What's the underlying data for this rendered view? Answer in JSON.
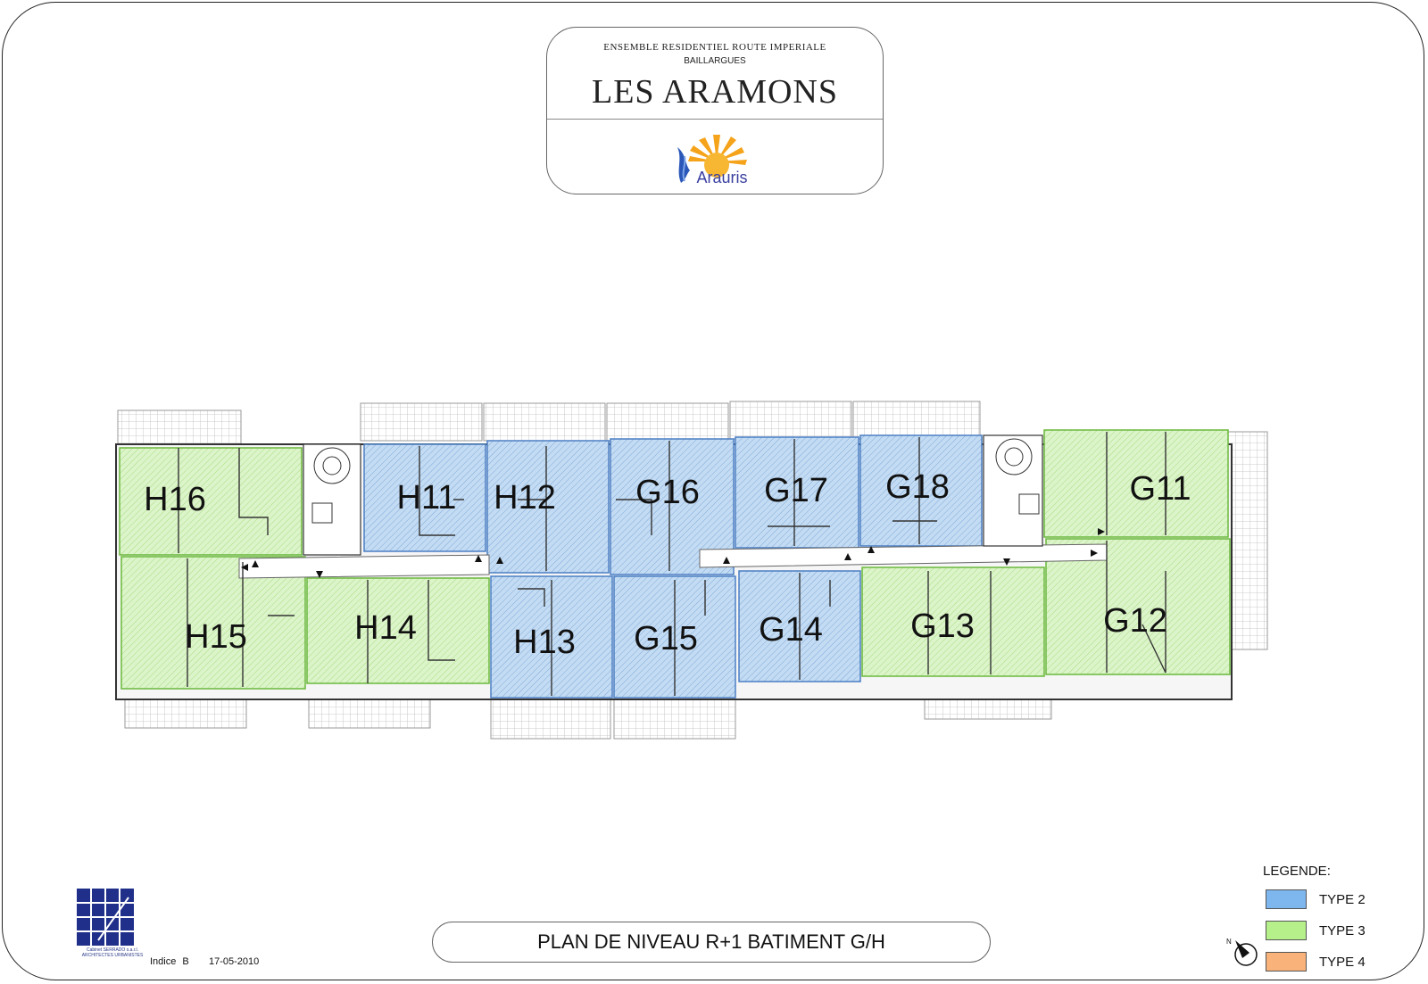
{
  "header": {
    "superscript": "ENSEMBLE RESIDENTIEL ROUTE IMPERIALE",
    "city": "BAILLARGUES",
    "project_name": "LES ARAMONS",
    "logo_text": "Arauris",
    "logo_icon": "sun-tree-logo-icon"
  },
  "plan": {
    "title": "PLAN DE NIVEAU R+1  BATIMENT G/H",
    "units": [
      {
        "id": "H16",
        "type": "TYPE 3"
      },
      {
        "id": "H11",
        "type": "TYPE 2"
      },
      {
        "id": "H12",
        "type": "TYPE 2"
      },
      {
        "id": "G16",
        "type": "TYPE 2"
      },
      {
        "id": "G17",
        "type": "TYPE 2"
      },
      {
        "id": "G18",
        "type": "TYPE 2"
      },
      {
        "id": "G11",
        "type": "TYPE 3"
      },
      {
        "id": "H15",
        "type": "TYPE 3"
      },
      {
        "id": "H14",
        "type": "TYPE 3"
      },
      {
        "id": "H13",
        "type": "TYPE 2"
      },
      {
        "id": "G15",
        "type": "TYPE 2"
      },
      {
        "id": "G14",
        "type": "TYPE 2"
      },
      {
        "id": "G13",
        "type": "TYPE 3"
      },
      {
        "id": "G12",
        "type": "TYPE 3"
      }
    ]
  },
  "legend": {
    "title": "LEGENDE:",
    "items": [
      {
        "label": "TYPE 2",
        "color": "#7eb6ee"
      },
      {
        "label": "TYPE 3",
        "color": "#b5f08a"
      },
      {
        "label": "TYPE 4",
        "color": "#f9b27a"
      }
    ]
  },
  "colors": {
    "type2_fill": "#b9d7f2",
    "type2_edge": "#4b7fc4",
    "type3_fill": "#d6f2c2",
    "type3_edge": "#6ab83c",
    "wall": "#333333",
    "terrace_grid": "#b5b5b5"
  },
  "footer": {
    "cabinet_line1": "Cabinet SERRADO s.a.r.l.",
    "cabinet_line2": "ARCHITECTES URBANISTES",
    "indice": "Indice B",
    "date": "17-05-2010"
  },
  "compass_icon": "north-arrow-icon"
}
